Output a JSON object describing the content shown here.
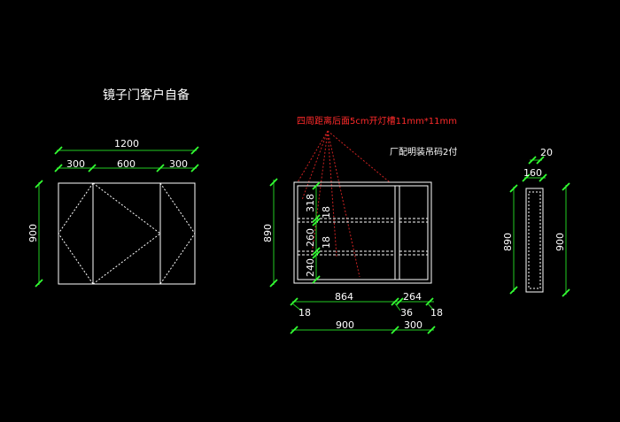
{
  "colors": {
    "background": "#000000",
    "outline": "#ffffff",
    "dimension_line": "#22cc22",
    "tick": "#33ff33",
    "annotation": "#ff2a2a"
  },
  "left_view": {
    "title": "镜子门客户自备",
    "overall_width": "1200",
    "left_door_width": "300",
    "center_width": "600",
    "right_door_width": "300",
    "height": "900"
  },
  "center_view": {
    "annotation": "四周距离后面5cm开灯槽11mm*11mm",
    "hardware_note": "厂配明装吊码2付",
    "height": "890",
    "shelf_1": "318",
    "shelf_thick_1": "18",
    "shelf_2": "260",
    "shelf_thick_2": "18",
    "shelf_3": "240",
    "main_width": "864",
    "side_width": "264",
    "left_panel": "18",
    "divider": "36",
    "right_panel": "18",
    "main_overall": "900",
    "side_overall": "300"
  },
  "side_view": {
    "top_thick": "20",
    "depth": "160",
    "inner_height": "890",
    "outer_height": "900"
  }
}
